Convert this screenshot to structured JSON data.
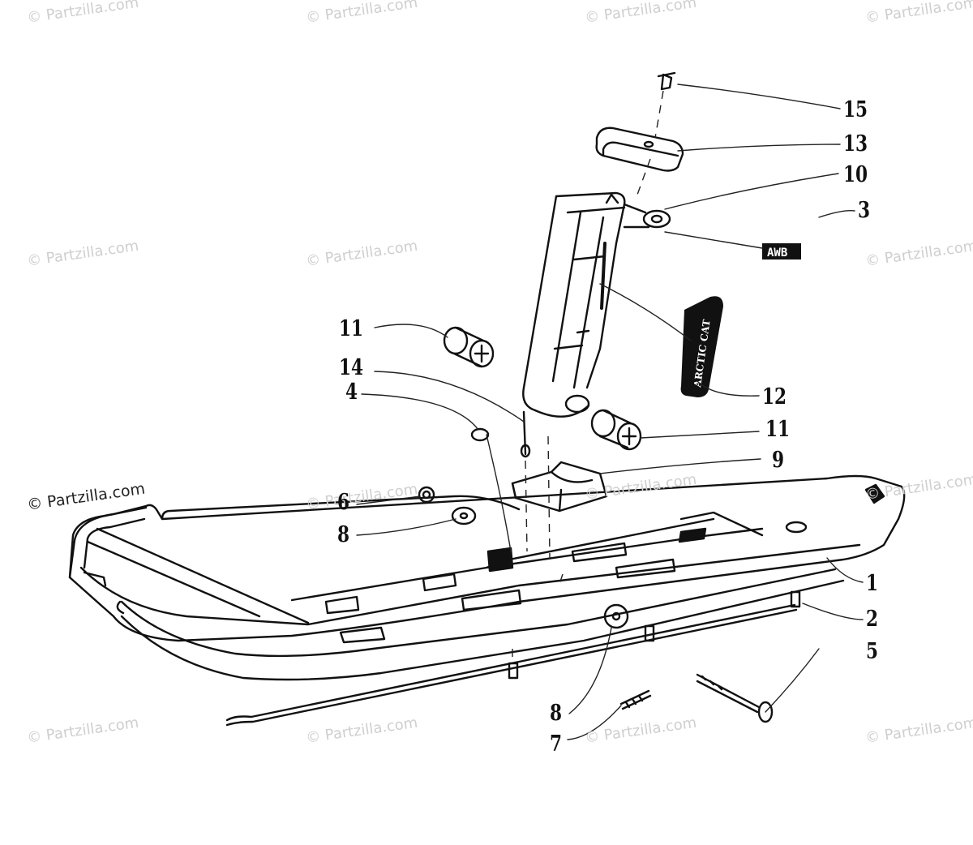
{
  "watermark": "© Partzilla.com",
  "labels": {
    "p15": "15",
    "p13": "13",
    "p10": "10",
    "p3": "3",
    "p11a": "11",
    "p14": "14",
    "p4": "4",
    "p12": "12",
    "p11b": "11",
    "p9": "9",
    "p6": "6",
    "p8a": "8",
    "p1": "1",
    "p2": "2",
    "p5": "5",
    "p8b": "8",
    "p7": "7"
  },
  "decals": {
    "awb": "AWB",
    "arcticcat": "ARCTIC CAT"
  },
  "colors": {
    "ink": "#111111",
    "watermark": "#cfcfcf"
  }
}
